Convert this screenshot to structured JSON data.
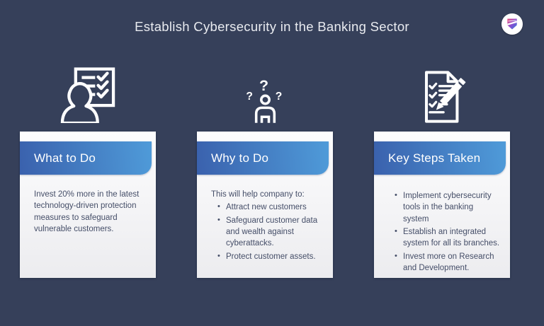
{
  "slide": {
    "title": "Establish Cybersecurity in the Banking Sector",
    "logo": "gradient-shield-logo"
  },
  "cards": [
    {
      "header": "What to Do",
      "icon": "person-checklist-icon",
      "intro": "Invest 20% more in the latest technology-driven protection measures to safeguard vulnerable customers.",
      "bullets": []
    },
    {
      "header": "Why to Do",
      "icon": "person-question-marks-icon",
      "intro": "This will help company to:",
      "bullets": [
        "Attract new customers",
        "Safeguard customer data and wealth against cyberattacks.",
        "Protect customer assets."
      ]
    },
    {
      "header": "Key Steps Taken",
      "icon": "document-pen-icon",
      "intro": "",
      "bullets": [
        "Implement cybersecurity tools in the banking system",
        "Establish an integrated system for all its branches.",
        "Invest more on Research and Development."
      ]
    }
  ],
  "colors": {
    "background": "#36405a",
    "header_gradient_left": "#3a61ad",
    "header_gradient_right": "#4f9bd9",
    "card_background": "#f3f3f5",
    "body_text": "#454e68",
    "title_text": "#e9ebf0",
    "icon_stroke": "#ffffff",
    "logo_pink": "#ef4f77",
    "logo_purple": "#8a4bd1",
    "logo_blue": "#2d7fd8"
  }
}
